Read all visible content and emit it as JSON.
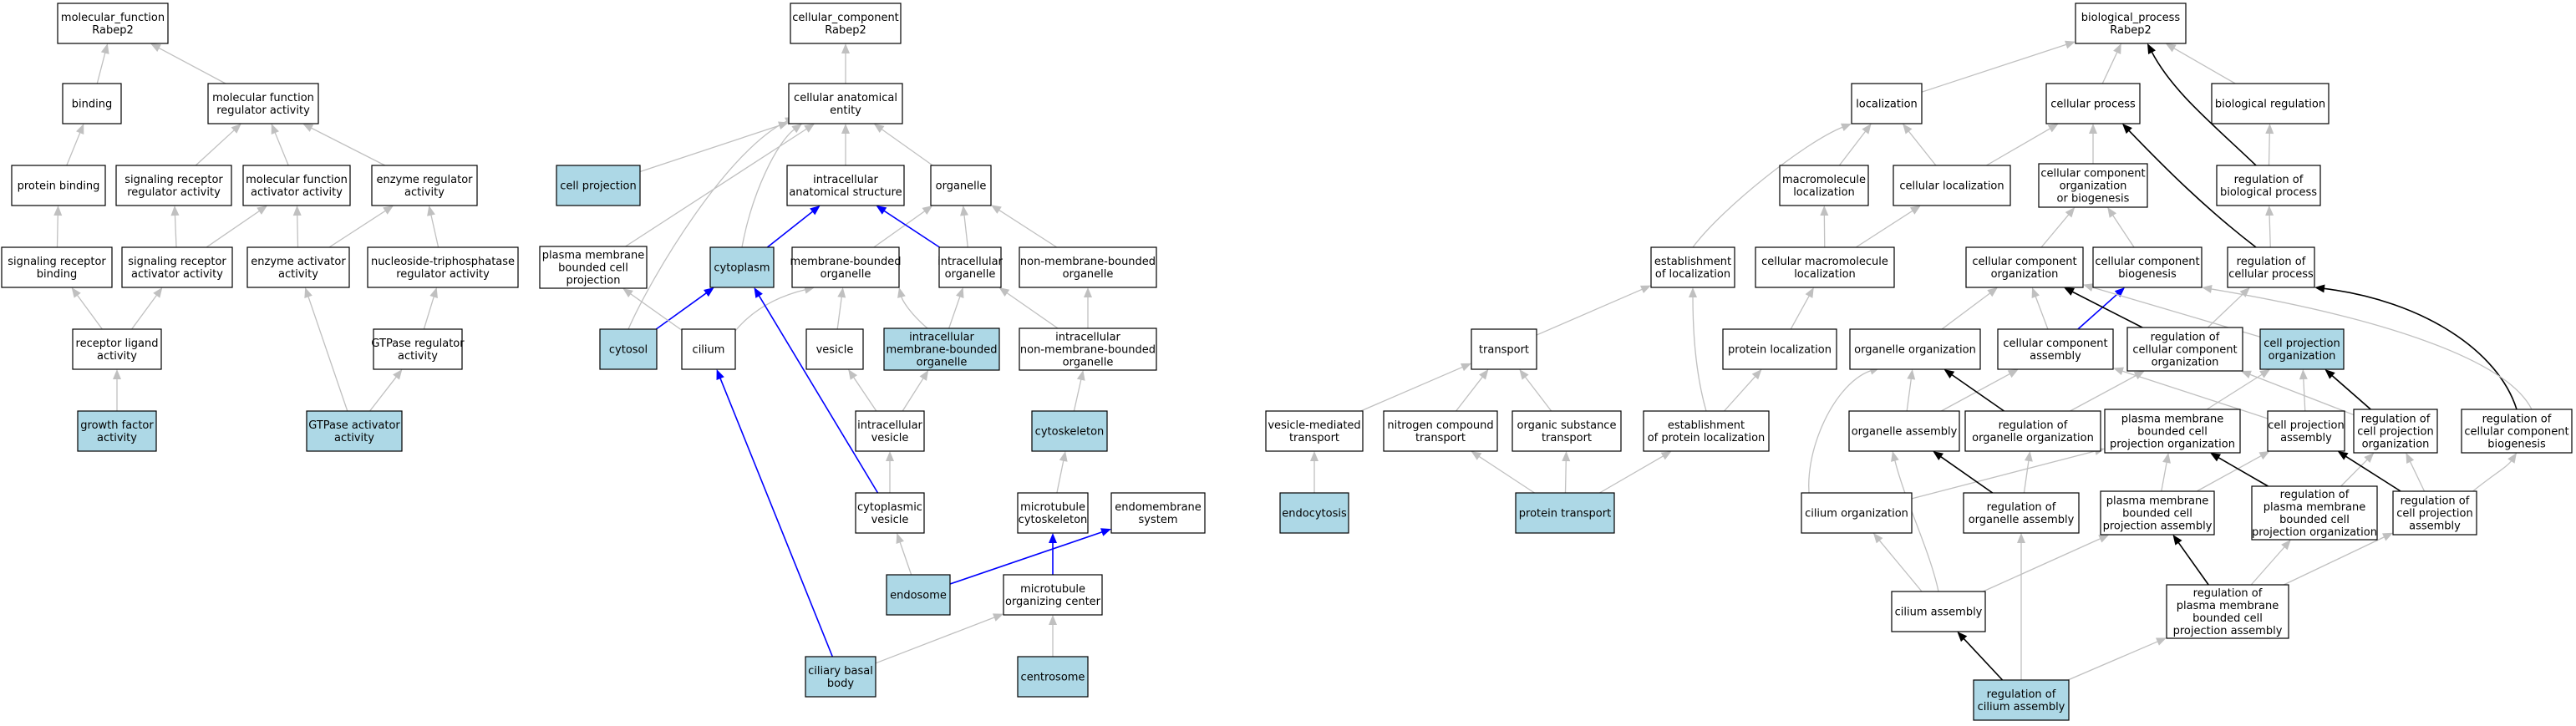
{
  "colors": {
    "highlight_fill": "#add8e6",
    "plain_fill": "#ffffff",
    "edge_grey": "#c0c0c0",
    "edge_black": "#000000",
    "edge_blue": "#0000ff"
  },
  "nodes": [
    {
      "id": "mf_root",
      "lines": [
        "molecular_function",
        "Rabep2"
      ],
      "hl": false
    },
    {
      "id": "binding",
      "lines": [
        "binding"
      ],
      "hl": false
    },
    {
      "id": "mf_reg",
      "lines": [
        "molecular function",
        "regulator activity"
      ],
      "hl": false
    },
    {
      "id": "protein_binding",
      "lines": [
        "protein binding"
      ],
      "hl": false
    },
    {
      "id": "sig_rec_reg",
      "lines": [
        "signaling receptor",
        "regulator activity"
      ],
      "hl": false
    },
    {
      "id": "mf_act",
      "lines": [
        "molecular function",
        "activator activity"
      ],
      "hl": false
    },
    {
      "id": "enz_reg",
      "lines": [
        "enzyme regulator",
        "activity"
      ],
      "hl": false
    },
    {
      "id": "sig_rec_bind",
      "lines": [
        "signaling receptor",
        "binding"
      ],
      "hl": false
    },
    {
      "id": "sig_rec_act",
      "lines": [
        "signaling receptor",
        "activator activity"
      ],
      "hl": false
    },
    {
      "id": "enz_act",
      "lines": [
        "enzyme activator",
        "activity"
      ],
      "hl": false
    },
    {
      "id": "ntp_reg",
      "lines": [
        "nucleoside-triphosphatase",
        "regulator activity"
      ],
      "hl": false
    },
    {
      "id": "rec_lig",
      "lines": [
        "receptor ligand",
        "activity"
      ],
      "hl": false
    },
    {
      "id": "gtpase_reg",
      "lines": [
        "GTPase regulator",
        "activity"
      ],
      "hl": false
    },
    {
      "id": "growth",
      "lines": [
        "growth factor",
        "activity"
      ],
      "hl": true
    },
    {
      "id": "gtpase_act",
      "lines": [
        "GTPase activator",
        "activity"
      ],
      "hl": true
    },
    {
      "id": "cc_root",
      "lines": [
        "cellular_component",
        "Rabep2"
      ],
      "hl": false
    },
    {
      "id": "cae",
      "lines": [
        "cellular anatomical",
        "entity"
      ],
      "hl": false
    },
    {
      "id": "cell_proj",
      "lines": [
        "cell projection"
      ],
      "hl": true
    },
    {
      "id": "ias",
      "lines": [
        "intracellular",
        "anatomical structure"
      ],
      "hl": false
    },
    {
      "id": "organelle",
      "lines": [
        "organelle"
      ],
      "hl": false
    },
    {
      "id": "pm_proj",
      "lines": [
        "plasma membrane",
        "bounded cell",
        "projection"
      ],
      "hl": false
    },
    {
      "id": "cytoplasm",
      "lines": [
        "cytoplasm"
      ],
      "hl": true
    },
    {
      "id": "mbo",
      "lines": [
        "membrane-bounded",
        "organelle"
      ],
      "hl": false
    },
    {
      "id": "ic_org",
      "lines": [
        "intracellular",
        "organelle"
      ],
      "hl": false
    },
    {
      "id": "nmbo",
      "lines": [
        "non-membrane-bounded",
        "organelle"
      ],
      "hl": false
    },
    {
      "id": "cytosol",
      "lines": [
        "cytosol"
      ],
      "hl": true
    },
    {
      "id": "cilium",
      "lines": [
        "cilium"
      ],
      "hl": false
    },
    {
      "id": "vesicle",
      "lines": [
        "vesicle"
      ],
      "hl": false
    },
    {
      "id": "ic_mbo",
      "lines": [
        "intracellular",
        "membrane-bounded",
        "organelle"
      ],
      "hl": true
    },
    {
      "id": "ic_nmbo",
      "lines": [
        "intracellular",
        "non-membrane-bounded",
        "organelle"
      ],
      "hl": false
    },
    {
      "id": "ic_vesicle",
      "lines": [
        "intracellular",
        "vesicle"
      ],
      "hl": false
    },
    {
      "id": "cytoskeleton",
      "lines": [
        "cytoskeleton"
      ],
      "hl": true
    },
    {
      "id": "cyto_vesicle",
      "lines": [
        "cytoplasmic",
        "vesicle"
      ],
      "hl": false
    },
    {
      "id": "mt_cytosk",
      "lines": [
        "microtubule",
        "cytoskeleton"
      ],
      "hl": false
    },
    {
      "id": "endomem",
      "lines": [
        "endomembrane",
        "system"
      ],
      "hl": false
    },
    {
      "id": "endosome",
      "lines": [
        "endosome"
      ],
      "hl": true
    },
    {
      "id": "mtoc",
      "lines": [
        "microtubule",
        "organizing center"
      ],
      "hl": false
    },
    {
      "id": "basal_body",
      "lines": [
        "ciliary basal",
        "body"
      ],
      "hl": true
    },
    {
      "id": "centrosome",
      "lines": [
        "centrosome"
      ],
      "hl": true
    },
    {
      "id": "bp_root",
      "lines": [
        "biological_process",
        "Rabep2"
      ],
      "hl": false
    },
    {
      "id": "localization",
      "lines": [
        "localization"
      ],
      "hl": false
    },
    {
      "id": "cell_process",
      "lines": [
        "cellular process"
      ],
      "hl": false
    },
    {
      "id": "bio_reg",
      "lines": [
        "biological regulation"
      ],
      "hl": false
    },
    {
      "id": "macro_loc",
      "lines": [
        "macromolecule",
        "localization"
      ],
      "hl": false
    },
    {
      "id": "cell_loc",
      "lines": [
        "cellular localization"
      ],
      "hl": false
    },
    {
      "id": "ccob",
      "lines": [
        "cellular component",
        "organization",
        "or biogenesis"
      ],
      "hl": false
    },
    {
      "id": "reg_bp",
      "lines": [
        "regulation of",
        "biological process"
      ],
      "hl": false
    },
    {
      "id": "est_loc",
      "lines": [
        "establishment",
        "of localization"
      ],
      "hl": false
    },
    {
      "id": "cell_macro_loc",
      "lines": [
        "cellular macromolecule",
        "localization"
      ],
      "hl": false
    },
    {
      "id": "cc_org",
      "lines": [
        "cellular component",
        "organization"
      ],
      "hl": false
    },
    {
      "id": "cc_bio",
      "lines": [
        "cellular component",
        "biogenesis"
      ],
      "hl": false
    },
    {
      "id": "reg_cp",
      "lines": [
        "regulation of",
        "cellular process"
      ],
      "hl": false
    },
    {
      "id": "transport",
      "lines": [
        "transport"
      ],
      "hl": false
    },
    {
      "id": "prot_loc",
      "lines": [
        "protein localization"
      ],
      "hl": false
    },
    {
      "id": "org_org",
      "lines": [
        "organelle organization"
      ],
      "hl": false
    },
    {
      "id": "cc_assembly",
      "lines": [
        "cellular component",
        "assembly"
      ],
      "hl": false
    },
    {
      "id": "reg_cc_org",
      "lines": [
        "regulation of",
        "cellular component",
        "organization"
      ],
      "hl": false
    },
    {
      "id": "cp_org",
      "lines": [
        "cell projection",
        "organization"
      ],
      "hl": true
    },
    {
      "id": "ves_trans",
      "lines": [
        "vesicle-mediated",
        "transport"
      ],
      "hl": false
    },
    {
      "id": "n_trans",
      "lines": [
        "nitrogen compound",
        "transport"
      ],
      "hl": false
    },
    {
      "id": "org_trans",
      "lines": [
        "organic substance",
        "transport"
      ],
      "hl": false
    },
    {
      "id": "est_prot_loc",
      "lines": [
        "establishment",
        "of protein localization"
      ],
      "hl": false
    },
    {
      "id": "org_assembly",
      "lines": [
        "organelle assembly"
      ],
      "hl": false
    },
    {
      "id": "reg_org_org",
      "lines": [
        "regulation of",
        "organelle organization"
      ],
      "hl": false
    },
    {
      "id": "pm_cp_org",
      "lines": [
        "plasma membrane",
        "bounded cell",
        "projection organization"
      ],
      "hl": false
    },
    {
      "id": "cp_assembly",
      "lines": [
        "cell projection",
        "assembly"
      ],
      "hl": false
    },
    {
      "id": "reg_cp_org",
      "lines": [
        "regulation of",
        "cell projection",
        "organization"
      ],
      "hl": false
    },
    {
      "id": "reg_cc_bio",
      "lines": [
        "regulation of",
        "cellular component",
        "biogenesis"
      ],
      "hl": false
    },
    {
      "id": "endocytosis",
      "lines": [
        "endocytosis"
      ],
      "hl": true
    },
    {
      "id": "prot_trans",
      "lines": [
        "protein transport"
      ],
      "hl": true
    },
    {
      "id": "cilium_org",
      "lines": [
        "cilium organization"
      ],
      "hl": false
    },
    {
      "id": "reg_org_assembly",
      "lines": [
        "regulation of",
        "organelle assembly"
      ],
      "hl": false
    },
    {
      "id": "pm_cp_assembly",
      "lines": [
        "plasma membrane",
        "bounded cell",
        "projection assembly"
      ],
      "hl": false
    },
    {
      "id": "reg_pm_cp_org",
      "lines": [
        "regulation of",
        "plasma membrane",
        "bounded cell",
        "projection organization"
      ],
      "hl": false
    },
    {
      "id": "reg_cp_assembly",
      "lines": [
        "regulation of",
        "cell projection",
        "assembly"
      ],
      "hl": false
    },
    {
      "id": "cilium_assembly",
      "lines": [
        "cilium assembly"
      ],
      "hl": false
    },
    {
      "id": "reg_pm_cp_assembly",
      "lines": [
        "regulation of",
        "plasma membrane",
        "bounded cell",
        "projection assembly"
      ],
      "hl": false
    },
    {
      "id": "reg_cilium_assembly",
      "lines": [
        "regulation of",
        "cilium assembly"
      ],
      "hl": true
    }
  ],
  "edges": [
    {
      "from": "binding",
      "to": "mf_root",
      "c": "grey"
    },
    {
      "from": "mf_reg",
      "to": "mf_root",
      "c": "grey"
    },
    {
      "from": "protein_binding",
      "to": "binding",
      "c": "grey"
    },
    {
      "from": "sig_rec_reg",
      "to": "mf_reg",
      "c": "grey"
    },
    {
      "from": "mf_act",
      "to": "mf_reg",
      "c": "grey"
    },
    {
      "from": "enz_reg",
      "to": "mf_reg",
      "c": "grey"
    },
    {
      "from": "sig_rec_bind",
      "to": "protein_binding",
      "c": "grey"
    },
    {
      "from": "sig_rec_act",
      "to": "sig_rec_reg",
      "c": "grey"
    },
    {
      "from": "sig_rec_act",
      "to": "mf_act",
      "c": "grey"
    },
    {
      "from": "enz_act",
      "to": "mf_act",
      "c": "grey"
    },
    {
      "from": "enz_act",
      "to": "enz_reg",
      "c": "grey"
    },
    {
      "from": "ntp_reg",
      "to": "enz_reg",
      "c": "grey"
    },
    {
      "from": "rec_lig",
      "to": "sig_rec_bind",
      "c": "grey"
    },
    {
      "from": "rec_lig",
      "to": "sig_rec_act",
      "c": "grey"
    },
    {
      "from": "gtpase_reg",
      "to": "ntp_reg",
      "c": "grey"
    },
    {
      "from": "growth",
      "to": "rec_lig",
      "c": "grey"
    },
    {
      "from": "gtpase_act",
      "to": "enz_act",
      "c": "grey"
    },
    {
      "from": "gtpase_act",
      "to": "gtpase_reg",
      "c": "grey"
    },
    {
      "from": "cae",
      "to": "cc_root",
      "c": "grey"
    },
    {
      "from": "cell_proj",
      "to": "cae",
      "c": "grey"
    },
    {
      "from": "ias",
      "to": "cae",
      "c": "grey"
    },
    {
      "from": "organelle",
      "to": "cae",
      "c": "grey"
    },
    {
      "from": "pm_proj",
      "to": "cae",
      "c": "grey"
    },
    {
      "from": "cytoplasm",
      "to": "cae",
      "c": "grey"
    },
    {
      "from": "cytoplasm",
      "to": "ias",
      "c": "blue"
    },
    {
      "from": "mbo",
      "to": "organelle",
      "c": "grey"
    },
    {
      "from": "ic_org",
      "to": "organelle",
      "c": "grey"
    },
    {
      "from": "ic_org",
      "to": "ias",
      "c": "blue"
    },
    {
      "from": "nmbo",
      "to": "organelle",
      "c": "grey"
    },
    {
      "from": "cytosol",
      "to": "cytoplasm",
      "c": "blue"
    },
    {
      "from": "cytosol",
      "to": "cae",
      "c": "grey"
    },
    {
      "from": "cilium",
      "to": "pm_proj",
      "c": "grey"
    },
    {
      "from": "cilium",
      "to": "mbo",
      "c": "grey"
    },
    {
      "from": "vesicle",
      "to": "mbo",
      "c": "grey"
    },
    {
      "from": "ic_mbo",
      "to": "mbo",
      "c": "grey"
    },
    {
      "from": "ic_mbo",
      "to": "ic_org",
      "c": "grey"
    },
    {
      "from": "ic_nmbo",
      "to": "nmbo",
      "c": "grey"
    },
    {
      "from": "ic_nmbo",
      "to": "ic_org",
      "c": "grey"
    },
    {
      "from": "ic_vesicle",
      "to": "vesicle",
      "c": "grey"
    },
    {
      "from": "ic_vesicle",
      "to": "ic_mbo",
      "c": "grey"
    },
    {
      "from": "cytoskeleton",
      "to": "ic_nmbo",
      "c": "grey"
    },
    {
      "from": "cyto_vesicle",
      "to": "ic_vesicle",
      "c": "grey"
    },
    {
      "from": "cyto_vesicle",
      "to": "cytoplasm",
      "c": "blue"
    },
    {
      "from": "mt_cytosk",
      "to": "cytoskeleton",
      "c": "grey"
    },
    {
      "from": "endosome",
      "to": "cyto_vesicle",
      "c": "grey"
    },
    {
      "from": "endosome",
      "to": "endomem",
      "c": "blue"
    },
    {
      "from": "mtoc",
      "to": "mt_cytosk",
      "c": "blue"
    },
    {
      "from": "basal_body",
      "to": "cilium",
      "c": "blue"
    },
    {
      "from": "basal_body",
      "to": "mtoc",
      "c": "grey"
    },
    {
      "from": "centrosome",
      "to": "mtoc",
      "c": "grey"
    },
    {
      "from": "localization",
      "to": "bp_root",
      "c": "grey"
    },
    {
      "from": "cell_process",
      "to": "bp_root",
      "c": "grey"
    },
    {
      "from": "bio_reg",
      "to": "bp_root",
      "c": "grey"
    },
    {
      "from": "reg_bp",
      "to": "bp_root",
      "c": "black"
    },
    {
      "from": "reg_bp",
      "to": "bio_reg",
      "c": "grey"
    },
    {
      "from": "macro_loc",
      "to": "localization",
      "c": "grey"
    },
    {
      "from": "cell_loc",
      "to": "localization",
      "c": "grey"
    },
    {
      "from": "cell_loc",
      "to": "cell_process",
      "c": "grey"
    },
    {
      "from": "ccob",
      "to": "cell_process",
      "c": "grey"
    },
    {
      "from": "est_loc",
      "to": "localization",
      "c": "grey"
    },
    {
      "from": "cell_macro_loc",
      "to": "macro_loc",
      "c": "grey"
    },
    {
      "from": "cell_macro_loc",
      "to": "cell_loc",
      "c": "grey"
    },
    {
      "from": "cc_org",
      "to": "ccob",
      "c": "grey"
    },
    {
      "from": "cc_bio",
      "to": "ccob",
      "c": "grey"
    },
    {
      "from": "reg_cp",
      "to": "cell_process",
      "c": "black"
    },
    {
      "from": "reg_cp",
      "to": "reg_bp",
      "c": "grey"
    },
    {
      "from": "transport",
      "to": "est_loc",
      "c": "grey"
    },
    {
      "from": "prot_loc",
      "to": "cell_macro_loc",
      "c": "grey"
    },
    {
      "from": "org_org",
      "to": "cc_org",
      "c": "grey"
    },
    {
      "from": "cc_assembly",
      "to": "cc_org",
      "c": "grey"
    },
    {
      "from": "cc_assembly",
      "to": "cc_bio",
      "c": "blue"
    },
    {
      "from": "reg_cc_org",
      "to": "cc_org",
      "c": "black"
    },
    {
      "from": "reg_cc_org",
      "to": "reg_cp",
      "c": "grey"
    },
    {
      "from": "cp_org",
      "to": "cc_org",
      "c": "grey"
    },
    {
      "from": "ves_trans",
      "to": "transport",
      "c": "grey"
    },
    {
      "from": "n_trans",
      "to": "transport",
      "c": "grey"
    },
    {
      "from": "org_trans",
      "to": "transport",
      "c": "grey"
    },
    {
      "from": "est_prot_loc",
      "to": "est_loc",
      "c": "grey"
    },
    {
      "from": "est_prot_loc",
      "to": "prot_loc",
      "c": "grey"
    },
    {
      "from": "org_assembly",
      "to": "org_org",
      "c": "grey"
    },
    {
      "from": "org_assembly",
      "to": "cc_assembly",
      "c": "grey"
    },
    {
      "from": "reg_org_org",
      "to": "org_org",
      "c": "black"
    },
    {
      "from": "reg_org_org",
      "to": "reg_cc_org",
      "c": "grey"
    },
    {
      "from": "pm_cp_org",
      "to": "cp_org",
      "c": "grey"
    },
    {
      "from": "cp_assembly",
      "to": "cp_org",
      "c": "grey"
    },
    {
      "from": "cp_assembly",
      "to": "cc_assembly",
      "c": "grey"
    },
    {
      "from": "reg_cp_org",
      "to": "cp_org",
      "c": "black"
    },
    {
      "from": "reg_cp_org",
      "to": "reg_cc_org",
      "c": "grey"
    },
    {
      "from": "reg_cc_bio",
      "to": "reg_cp",
      "c": "black"
    },
    {
      "from": "reg_cc_bio",
      "to": "cc_bio",
      "c": "grey"
    },
    {
      "from": "endocytosis",
      "to": "ves_trans",
      "c": "grey"
    },
    {
      "from": "prot_trans",
      "to": "n_trans",
      "c": "grey"
    },
    {
      "from": "prot_trans",
      "to": "org_trans",
      "c": "grey"
    },
    {
      "from": "prot_trans",
      "to": "est_prot_loc",
      "c": "grey"
    },
    {
      "from": "cilium_org",
      "to": "org_org",
      "c": "grey"
    },
    {
      "from": "cilium_org",
      "to": "pm_cp_org",
      "c": "grey"
    },
    {
      "from": "reg_org_assembly",
      "to": "org_assembly",
      "c": "black"
    },
    {
      "from": "reg_org_assembly",
      "to": "reg_org_org",
      "c": "grey"
    },
    {
      "from": "pm_cp_assembly",
      "to": "pm_cp_org",
      "c": "grey"
    },
    {
      "from": "pm_cp_assembly",
      "to": "cp_assembly",
      "c": "grey"
    },
    {
      "from": "reg_pm_cp_org",
      "to": "pm_cp_org",
      "c": "black"
    },
    {
      "from": "reg_pm_cp_org",
      "to": "reg_cp_org",
      "c": "grey"
    },
    {
      "from": "reg_cp_assembly",
      "to": "cp_assembly",
      "c": "black"
    },
    {
      "from": "reg_cp_assembly",
      "to": "reg_cp_org",
      "c": "grey"
    },
    {
      "from": "reg_cp_assembly",
      "to": "reg_cc_bio",
      "c": "grey"
    },
    {
      "from": "cilium_assembly",
      "to": "org_assembly",
      "c": "grey"
    },
    {
      "from": "cilium_assembly",
      "to": "cilium_org",
      "c": "grey"
    },
    {
      "from": "cilium_assembly",
      "to": "pm_cp_assembly",
      "c": "grey"
    },
    {
      "from": "reg_pm_cp_assembly",
      "to": "pm_cp_assembly",
      "c": "black"
    },
    {
      "from": "reg_pm_cp_assembly",
      "to": "reg_pm_cp_org",
      "c": "grey"
    },
    {
      "from": "reg_pm_cp_assembly",
      "to": "reg_cp_assembly",
      "c": "grey"
    },
    {
      "from": "reg_cilium_assembly",
      "to": "cilium_assembly",
      "c": "black"
    },
    {
      "from": "reg_cilium_assembly",
      "to": "reg_org_assembly",
      "c": "grey"
    },
    {
      "from": "reg_cilium_assembly",
      "to": "reg_pm_cp_assembly",
      "c": "grey"
    }
  ]
}
